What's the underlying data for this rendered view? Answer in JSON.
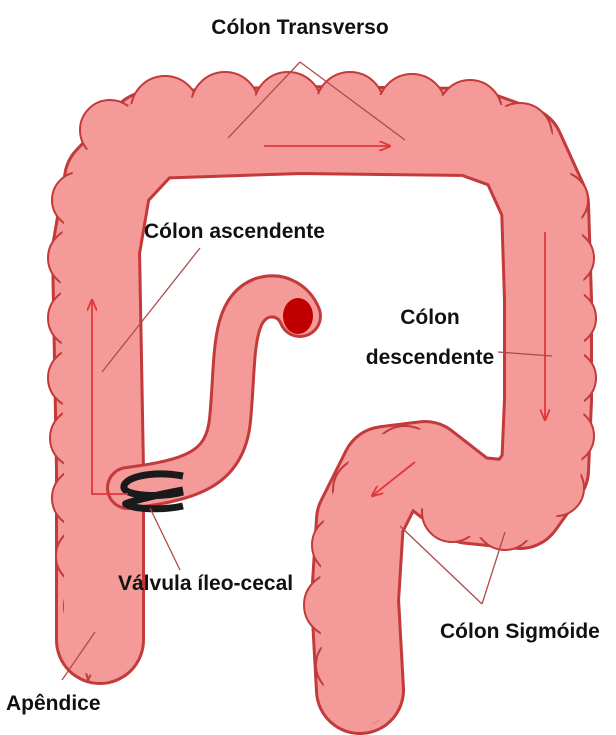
{
  "diagram": {
    "labels": {
      "transverse": "Cólon Transverso",
      "ascending": "Cólon ascendente",
      "descending_line1": "Cólon",
      "descending_line2": "descendente",
      "valve": "Válvula íleo-cecal",
      "sigmoid": "Cólon Sigmóide",
      "appendix": "Apêndice"
    },
    "colors": {
      "tissue_fill": "#F49A98",
      "tissue_outline": "#C23A3A",
      "arrow": "#E0383A",
      "leader_line": "#B24A4A",
      "ileum_end": "#C00000",
      "valve_band": "#1A1A1A"
    }
  }
}
